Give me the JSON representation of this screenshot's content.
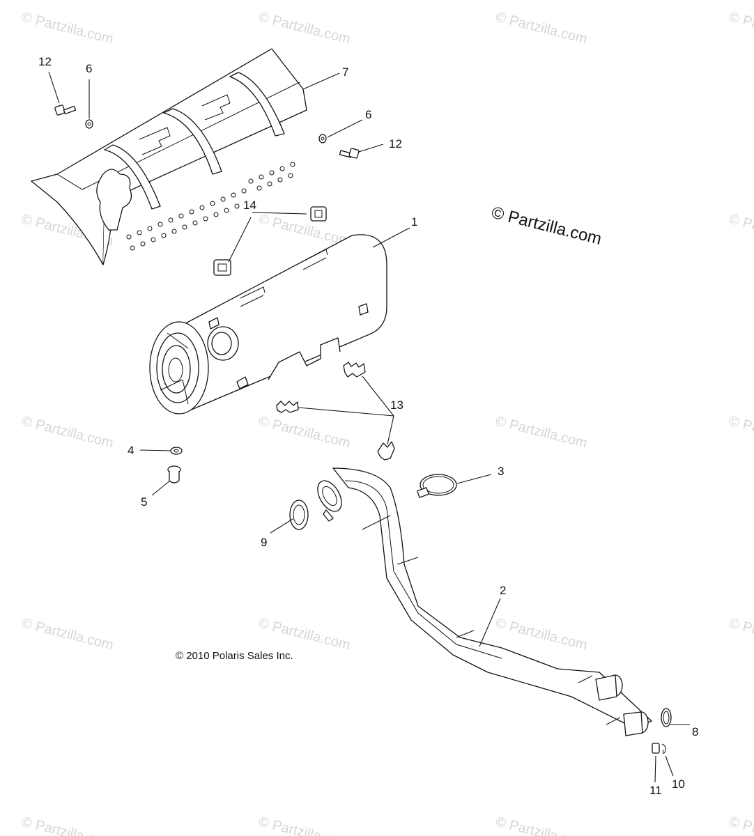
{
  "watermark": {
    "text": "© Partzilla.com",
    "color": "#d6d6d6"
  },
  "credit": "© Partzilla.com",
  "copyright": "© 2010 Polaris Sales Inc.",
  "callouts": {
    "c12a": "12",
    "c6a": "6",
    "c7": "7",
    "c6b": "6",
    "c12b": "12",
    "c14": "14",
    "c1": "1",
    "c13": "13",
    "c4": "4",
    "c5": "5",
    "c3": "3",
    "c9": "9",
    "c2": "2",
    "c8": "8",
    "c11": "11",
    "c10": "10"
  },
  "parts": {
    "p1": "muffler-icon",
    "p2": "head-pipe-icon",
    "p3": "clamp-icon",
    "p4": "washer-icon",
    "p5": "grommet-icon",
    "p6": "nut-icon",
    "p7": "heat-shield-icon",
    "p8": "exhaust-gasket-icon",
    "p9": "seal-icon",
    "p10": "spring-washer-icon",
    "p11": "nut-icon",
    "p12": "bolt-icon",
    "p13": "spring-icon",
    "p14": "mount-grommet-icon"
  }
}
